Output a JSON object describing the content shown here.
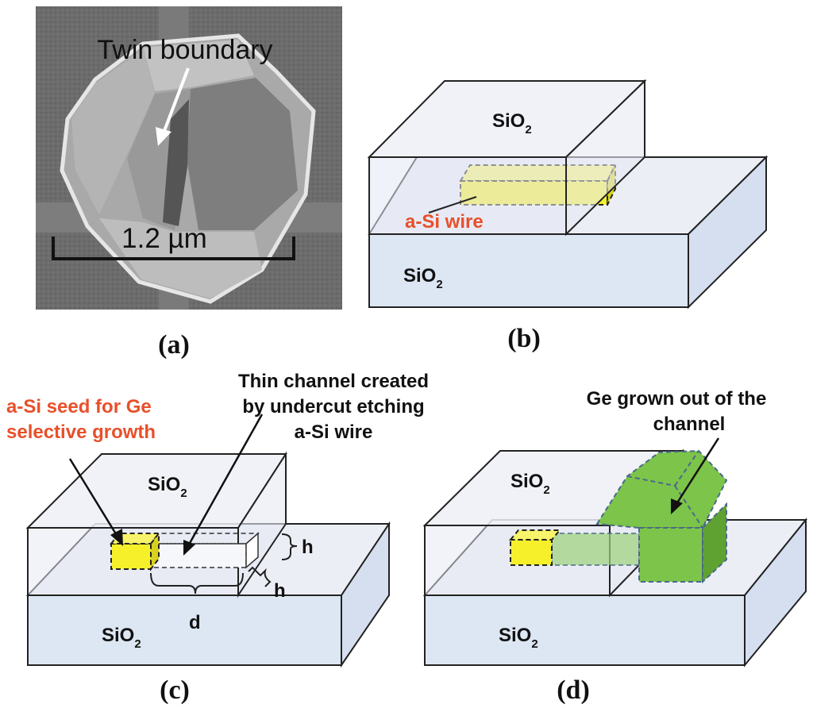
{
  "panel_a": {
    "caption": "(a)",
    "annotation": "Twin boundary",
    "scale_bar": "1.2 µm"
  },
  "panel_b": {
    "caption": "(b)",
    "top_block": "SiO",
    "top_block_sub": "2",
    "bottom_block": "SiO",
    "bottom_block_sub": "2",
    "wire_label": "a-Si wire"
  },
  "panel_c": {
    "caption": "(c)",
    "top_block": "SiO",
    "top_block_sub": "2",
    "bottom_block": "SiO",
    "bottom_block_sub": "2",
    "seed_label_line1": "a-Si seed for Ge",
    "seed_label_line2": "selective growth",
    "channel_label_line1": "Thin channel created",
    "channel_label_line2": "by undercut etching",
    "channel_label_line3": "a-Si wire",
    "dim_h1": "h",
    "dim_h2": "h",
    "dim_d": "d"
  },
  "panel_d": {
    "caption": "(d)",
    "top_block": "SiO",
    "top_block_sub": "2",
    "bottom_block": "SiO",
    "bottom_block_sub": "2",
    "ge_label_line1": "Ge grown out of the",
    "ge_label_line2": "channel"
  },
  "colors": {
    "oxide_top": "#eceef5",
    "oxide_front": "#dde6f3",
    "accent_red": "#e8502a",
    "seed_yellow": "#f5f02a",
    "ge_green": "#7cc44a",
    "sem_background": "#6e6e6e"
  }
}
